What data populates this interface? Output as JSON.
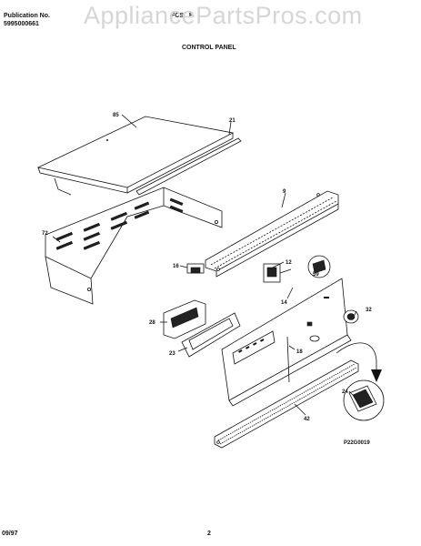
{
  "header": {
    "publication_label": "Publication No.",
    "publication_number": "5995000661",
    "model_partial": "FCS...E",
    "watermark": "AppliancePartsPros.com",
    "section_title": "CONTROL PANEL"
  },
  "callouts": {
    "c85": "85",
    "c21": "21",
    "c9": "9",
    "c72": "72",
    "c16": "16",
    "c12": "12",
    "c59": "59",
    "c14": "14",
    "c32": "32",
    "c28": "28",
    "c23": "23",
    "c18": "18",
    "c24": "24",
    "c42": "42"
  },
  "diagram_code": "P22G0019",
  "footer": {
    "date": "09/97",
    "page_number": "2"
  }
}
